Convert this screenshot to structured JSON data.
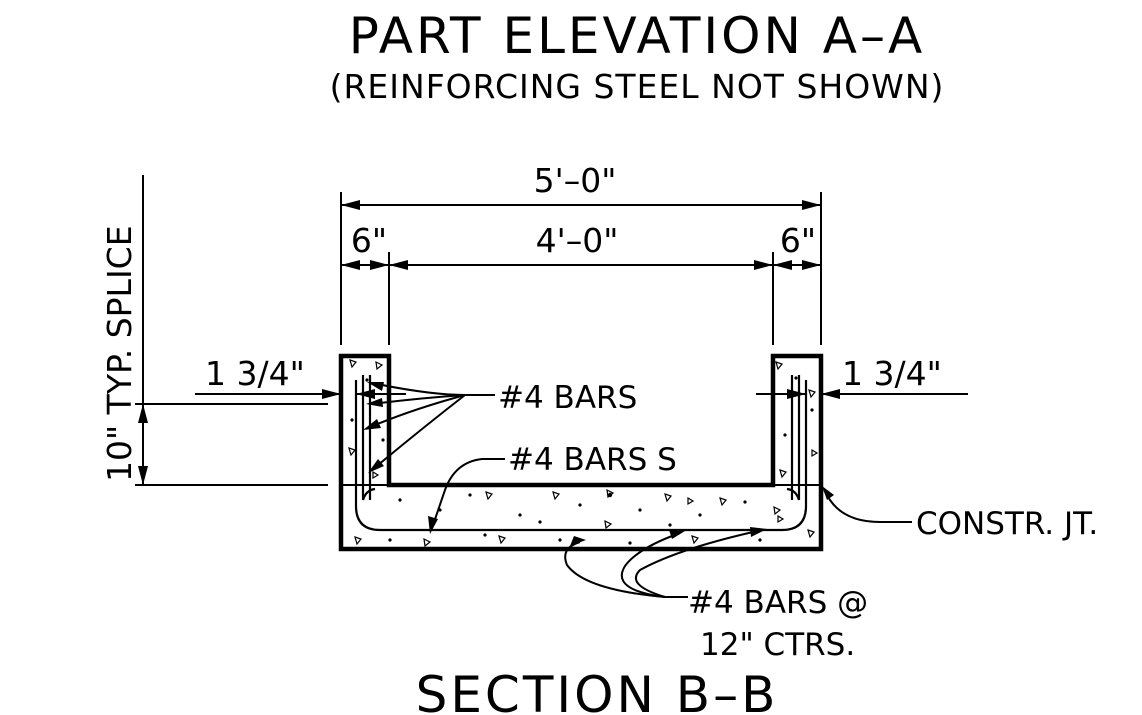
{
  "title": "PART ELEVATION A–A",
  "subtitle": "(REINFORCING STEEL NOT SHOWN)",
  "section_title": "SECTION B–B",
  "dimensions": {
    "overall_width": "5'–0\"",
    "left_wall": "6\"",
    "inner_width": "4'–0\"",
    "right_wall": "6\"",
    "left_cover": "1 3/4\"",
    "right_cover": "1 3/4\"",
    "splice": "10\" TYP. SPLICE"
  },
  "callouts": {
    "wall_bars": "#4 BARS",
    "slab_bars": "#4 BARS S",
    "bottom_bars_line1": "#4 BARS @",
    "bottom_bars_line2": "12\" CTRS.",
    "joint": "CONSTR. JT."
  }
}
